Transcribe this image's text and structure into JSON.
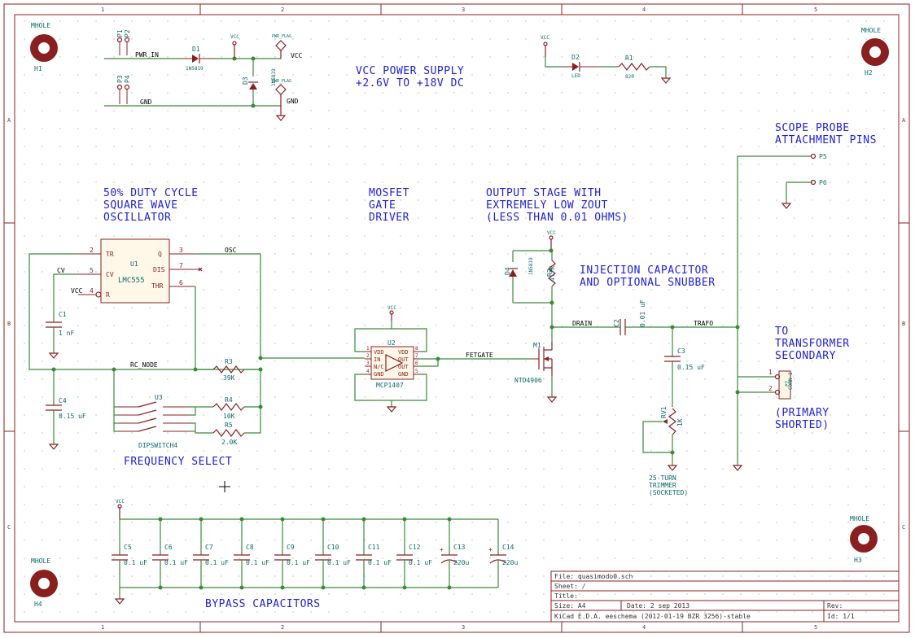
{
  "notes": {
    "power_supply_1": "VCC POWER SUPPLY",
    "power_supply_2": "+2.6V TO +18V DC",
    "osc_1": "50% DUTY CYCLE",
    "osc_2": "SQUARE WAVE",
    "osc_3": "OSCILLATOR",
    "gate_1": "MOSFET",
    "gate_2": "GATE",
    "gate_3": "DRIVER",
    "output_1": "OUTPUT STAGE WITH",
    "output_2": "EXTREMELY LOW ZOUT",
    "output_3": "(LESS THAN 0.01 OHMS)",
    "inject_1": "INJECTION CAPACITOR",
    "inject_2": "AND OPTIONAL SNUBBER",
    "scope_1": "SCOPE PROBE",
    "scope_2": "ATTACHMENT PINS",
    "trans_1": "TO",
    "trans_2": "TRANSFORMER",
    "trans_3": "SECONDARY",
    "prim_1": "(PRIMARY",
    "prim_2": "SHORTED)",
    "freq": "FREQUENCY SELECT",
    "bypass": "BYPASS CAPACITORS",
    "trim_1": "25-TURN",
    "trim_2": "TRIMMER",
    "trim_3": "(SOCKETED)"
  },
  "nets": {
    "pwr_in": "PWR_IN",
    "gnd": "GND",
    "vcc": "VCC",
    "osc": "OSC",
    "cv": "CV",
    "vcc_pin": "VCC",
    "rc_node": "RC_NODE",
    "fetgate": "FETGATE",
    "drain": "DRAIN",
    "trafo": "TRAFO"
  },
  "mholes": {
    "h1": {
      "name": "MHOLE",
      "ref": "H1"
    },
    "h2": {
      "name": "MHOLE",
      "ref": "H2"
    },
    "h3": {
      "name": "MHOLE",
      "ref": "H3"
    },
    "h4": {
      "name": "MHOLE",
      "ref": "H4"
    }
  },
  "components": {
    "u1": {
      "ref": "U1",
      "value": "LMC555",
      "pins": [
        "TR",
        "Q",
        "CV",
        "DIS",
        "R",
        "THR"
      ],
      "pin_nums": [
        "2",
        "3",
        "5",
        "7",
        "4",
        "6"
      ]
    },
    "u2": {
      "ref": "U2",
      "value": "MCP1407",
      "pins": [
        "VDD",
        "IN",
        "N/C",
        "GND",
        "VDD",
        "OUT",
        "OUT",
        "GND"
      ],
      "pin_nums": [
        "1",
        "2",
        "3",
        "4",
        "8",
        "7",
        "6",
        "5"
      ]
    },
    "u3": {
      "ref": "U3",
      "value": "DIPSWITCH4"
    },
    "c1": {
      "ref": "C1",
      "value": "1 nF"
    },
    "c2": {
      "ref": "C2",
      "value": "0.01 uF"
    },
    "c3": {
      "ref": "C3",
      "value": "0.15 uF"
    },
    "c4": {
      "ref": "C4",
      "value": "0.15 uF"
    },
    "r1": {
      "ref": "R1",
      "value": "820"
    },
    "r2": {
      "ref": "R2",
      "value": "4.7K"
    },
    "r3": {
      "ref": "R3",
      "value": "39K"
    },
    "r4": {
      "ref": "R4",
      "value": "10K"
    },
    "r5": {
      "ref": "R5",
      "value": "2.0K"
    },
    "rv1": {
      "ref": "RV1",
      "value": "1K"
    },
    "d1": {
      "ref": "D1",
      "value": "1N5819"
    },
    "d2": {
      "ref": "D2",
      "value": "LED"
    },
    "d3": {
      "ref": "D3",
      "value": "1N5819"
    },
    "d4": {
      "ref": "D4",
      "value": "1N5819"
    },
    "m1": {
      "ref": "M1",
      "value": "NTD4906"
    },
    "p1": {
      "ref": "P1"
    },
    "p2": {
      "ref": "P2"
    },
    "p3": {
      "ref": "P3"
    },
    "p4": {
      "ref": "P4"
    },
    "p5": {
      "ref": "P5"
    },
    "p6": {
      "ref": "P6"
    },
    "p7": {
      "ref": "P7",
      "value": "CONN_2"
    },
    "pwr_flag": "PWR_FLAG",
    "vcc_sym": "VCC"
  },
  "bypass_caps": [
    {
      "ref": "C5",
      "value": "0.1 uF"
    },
    {
      "ref": "C6",
      "value": "0.1 uF"
    },
    {
      "ref": "C7",
      "value": "0.1 uF"
    },
    {
      "ref": "C8",
      "value": "0.1 uF"
    },
    {
      "ref": "C9",
      "value": "0.1 uF"
    },
    {
      "ref": "C10",
      "value": "0.1 uF"
    },
    {
      "ref": "C11",
      "value": "0.1 uF"
    },
    {
      "ref": "C12",
      "value": "0.1 uF"
    },
    {
      "ref": "C13",
      "value": "220u"
    },
    {
      "ref": "C14",
      "value": "220u"
    }
  ],
  "title_block": {
    "file": "File: quasimodo0.sch",
    "sheet": "Sheet: /",
    "title": "Title:",
    "size": "Size: A4",
    "date": "Date: 2 sep 2013",
    "rev": "Rev:",
    "kicad": "KiCad E.D.A.  eeschema (2012-01-19 BZR 3256)-stable",
    "id": "Id: 1/1"
  },
  "frame": {
    "cols": [
      "1",
      "2",
      "3",
      "4",
      "5"
    ],
    "rows": [
      "A",
      "B",
      "C"
    ]
  },
  "colors": {
    "wire": "#3a8a3a",
    "component": "#8a1f1f",
    "note": "#1e1ee0",
    "field": "#0a6a6a"
  }
}
